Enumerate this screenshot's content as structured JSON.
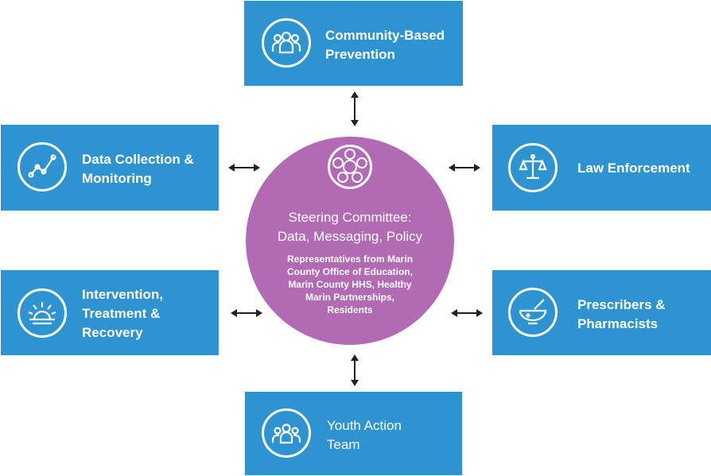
{
  "colors": {
    "box": "#2e93d1",
    "center": "#b26ab4",
    "arrow": "#222222"
  },
  "center": {
    "title_lines": [
      "Steering Committee:",
      "Data, Messaging, Policy"
    ],
    "sub_lines": [
      "Representatives from Marin",
      "County Office of Education,",
      "Marin County HHS, Healthy",
      "Marin Partnerships,",
      "Residents"
    ],
    "icon": "circle-of-people-icon"
  },
  "boxes": {
    "top": {
      "lines": [
        "Community-Based",
        "Prevention"
      ],
      "icon": "group-icon"
    },
    "left_upper": {
      "lines": [
        "Data Collection &",
        "Monitoring"
      ],
      "icon": "line-graph-icon"
    },
    "right_upper": {
      "lines": [
        "Law Enforcement"
      ],
      "icon": "scales-icon"
    },
    "left_lower": {
      "lines": [
        "Intervention,",
        "Treatment &",
        "Recovery"
      ],
      "icon": "sunrise-icon"
    },
    "right_lower": {
      "lines": [
        "Prescribers &",
        "Pharmacists"
      ],
      "icon": "mortar-pestle-icon"
    },
    "bottom": {
      "lines": [
        "Youth Action",
        "Team"
      ],
      "icon": "youth-group-icon"
    }
  }
}
